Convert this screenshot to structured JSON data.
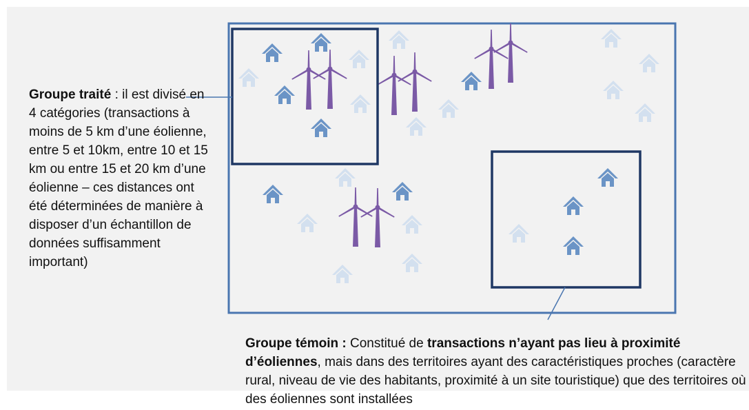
{
  "treated_caption": {
    "title": "Groupe traité",
    "text": " : il est divisé en 4 catégories (transactions à moins de 5 km d’une éolienne, entre 5 et 10km, entre 10 et 15 km ou entre 15 et 20 km d’une éolienne – ces distances ont été déterminées de manière à disposer d’un échantillon de données suffisamment important)"
  },
  "control_caption": {
    "title": "Groupe témoin :",
    "text_1": " Constitué de ",
    "bold_1": "transactions n’ayant pas lieu à proximité d’éoliennes",
    "text_2": ", mais dans des territoires ayant des caractéristiques proches (caractère rural, niveau de vie des habitants, proximité à un site touristique) que des territoires où des éoliennes sont installées"
  },
  "colors": {
    "panel_background": "#f2f2f2",
    "frame": "#4a76b0",
    "group_box": "#1f3864",
    "house_dark": "#6b94c6",
    "house_faint": "#d3e0ef",
    "turbine": "#7b5aa6"
  },
  "icons": {
    "house": "house-icon",
    "turbine": "wind-turbine-icon"
  }
}
